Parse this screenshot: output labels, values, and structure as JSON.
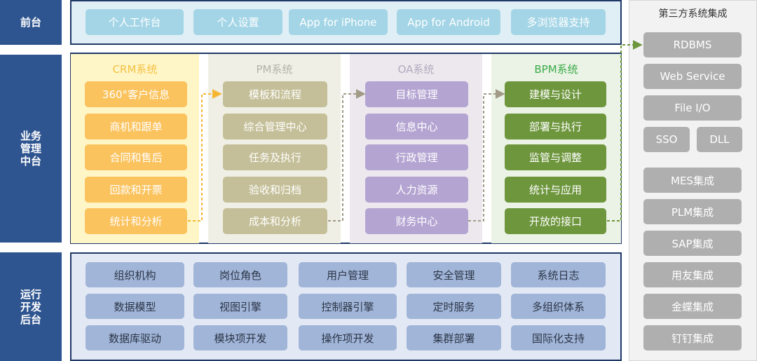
{
  "layers": {
    "front": "前台",
    "mid": [
      "业务",
      "管理",
      "中台"
    ],
    "back": [
      "运行",
      "开发",
      "后台"
    ]
  },
  "front_items": [
    "个人工作台",
    "个人设置",
    "App for iPhone",
    "App for Android",
    "多浏览器支持"
  ],
  "columns": [
    {
      "title": "CRM系统",
      "title_color": "#f5c043",
      "bg": "#fff6c8",
      "cell_color": "#fbc35e",
      "items": [
        "360°客户信息",
        "商机和跟单",
        "合同和售后",
        "回款和开票",
        "统计和分析"
      ]
    },
    {
      "title": "PM系统",
      "title_color": "#b3b3a8",
      "bg": "#f0efe6",
      "cell_color": "#c4bf98",
      "items": [
        "模板和流程",
        "综合管理中心",
        "任务及执行",
        "验收和归档",
        "成本和分析"
      ]
    },
    {
      "title": "OA系统",
      "title_color": "#b2aabf",
      "bg": "#ece8ee",
      "cell_color": "#b4a4d2",
      "items": [
        "目标管理",
        "信息中心",
        "行政管理",
        "人力资源",
        "财务中心"
      ]
    },
    {
      "title": "BPM系统",
      "title_color": "#3aaa48",
      "bg": "#ebf3e6",
      "cell_color": "#6e963d",
      "items": [
        "建模与设计",
        "部署与执行",
        "监管与调整",
        "统计与应用",
        "开放的接口"
      ]
    }
  ],
  "back_rows": [
    [
      "组织机构",
      "岗位角色",
      "用户管理",
      "安全管理",
      "系统日志"
    ],
    [
      "数据模型",
      "视图引擎",
      "控制器引擎",
      "定时服务",
      "多组织体系"
    ],
    [
      "数据库驱动",
      "模块项开发",
      "操作项开发",
      "集群部署",
      "国际化支持"
    ]
  ],
  "right": {
    "title": "第三方系统集成",
    "items": [
      "RDBMS",
      "Web Service",
      "File I/O"
    ],
    "pair": [
      "SSO",
      "DLL"
    ],
    "items2": [
      "MES集成",
      "PLM集成",
      "SAP集成",
      "用友集成",
      "金蝶集成",
      "钉钉集成"
    ]
  },
  "colors": {
    "layer_label": "#2f5590",
    "frame": "#1f3866",
    "arrow_orange": "#f5b733",
    "arrow_gray": "#a09a86",
    "arrow_green": "#6e963d"
  }
}
